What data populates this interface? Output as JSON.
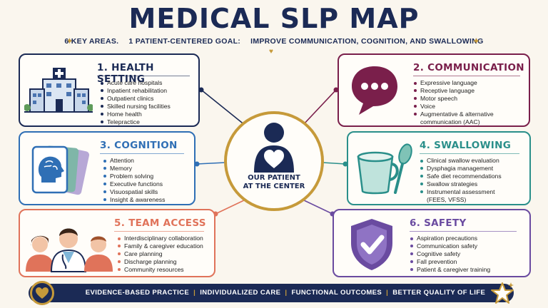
{
  "header": {
    "title": "MEDICAL SLP MAP",
    "subtitle_a": "6 KEY AREAS.",
    "subtitle_b": "1 PATIENT-CENTERED GOAL:",
    "subtitle_c": "IMPROVE COMMUNICATION, COGNITION, AND SWALLOWING"
  },
  "center": {
    "line1": "OUR PATIENT",
    "line2": "AT THE CENTER"
  },
  "cards": {
    "health": {
      "title": "1. HEALTH SETTING",
      "items": [
        "Acute care hospitals",
        "Inpatient rehabilitation",
        "Outpatient clinics",
        "Skilled nursing facilities",
        "Home health",
        "Telepractice"
      ]
    },
    "communication": {
      "title": "2. COMMUNICATION",
      "items": [
        "Expressive language",
        "Receptive language",
        "Motor speech",
        "Voice",
        "Augmentative & alternative",
        "communication (AAC)"
      ]
    },
    "cognition": {
      "title": "3. COGNITION",
      "items": [
        "Attention",
        "Memory",
        "Problem solving",
        "Executive functions",
        "Visuospatial skills",
        "Insight & awareness"
      ]
    },
    "swallowing": {
      "title": "4. SWALLOWING",
      "items": [
        "Clinical swallow evaluation",
        "Dysphagia management",
        "Safe diet recommendations",
        "Swallow strategies",
        "Instrumental assessment",
        "(FEES, VFSS)"
      ]
    },
    "team": {
      "title": "5. TEAM ACCESS",
      "items": [
        "Interdisciplinary collaboration",
        "Family & caregiver education",
        "Care planning",
        "Discharge planning",
        "Community resources"
      ]
    },
    "safety": {
      "title": "6. SAFETY",
      "items": [
        "Aspiration precautions",
        "Communication safety",
        "Cognitive safety",
        "Fall prevention",
        "Patient & caregiver training"
      ]
    }
  },
  "footer": {
    "items": [
      "EVIDENCE-BASED PRACTICE",
      "INDIVIDUALIZED CARE",
      "FUNCTIONAL OUTCOMES",
      "BETTER QUALITY OF LIFE"
    ],
    "separator": "|"
  },
  "colors": {
    "navy": "#1b2a55",
    "gold": "#c69a3a",
    "plum": "#7a1f4b",
    "blue": "#2f6fb5",
    "teal": "#2a8f8a",
    "coral": "#e0735a",
    "purple": "#6a4ba0",
    "background": "#faf6ee"
  },
  "icons": [
    "hospital-icon",
    "speech-bubble-icon",
    "brain-head-cards-icon",
    "cup-spoon-icon",
    "care-team-icon",
    "shield-check-icon",
    "patient-heart-icon",
    "heart-icon",
    "star-icon",
    "sparkle-icon"
  ]
}
